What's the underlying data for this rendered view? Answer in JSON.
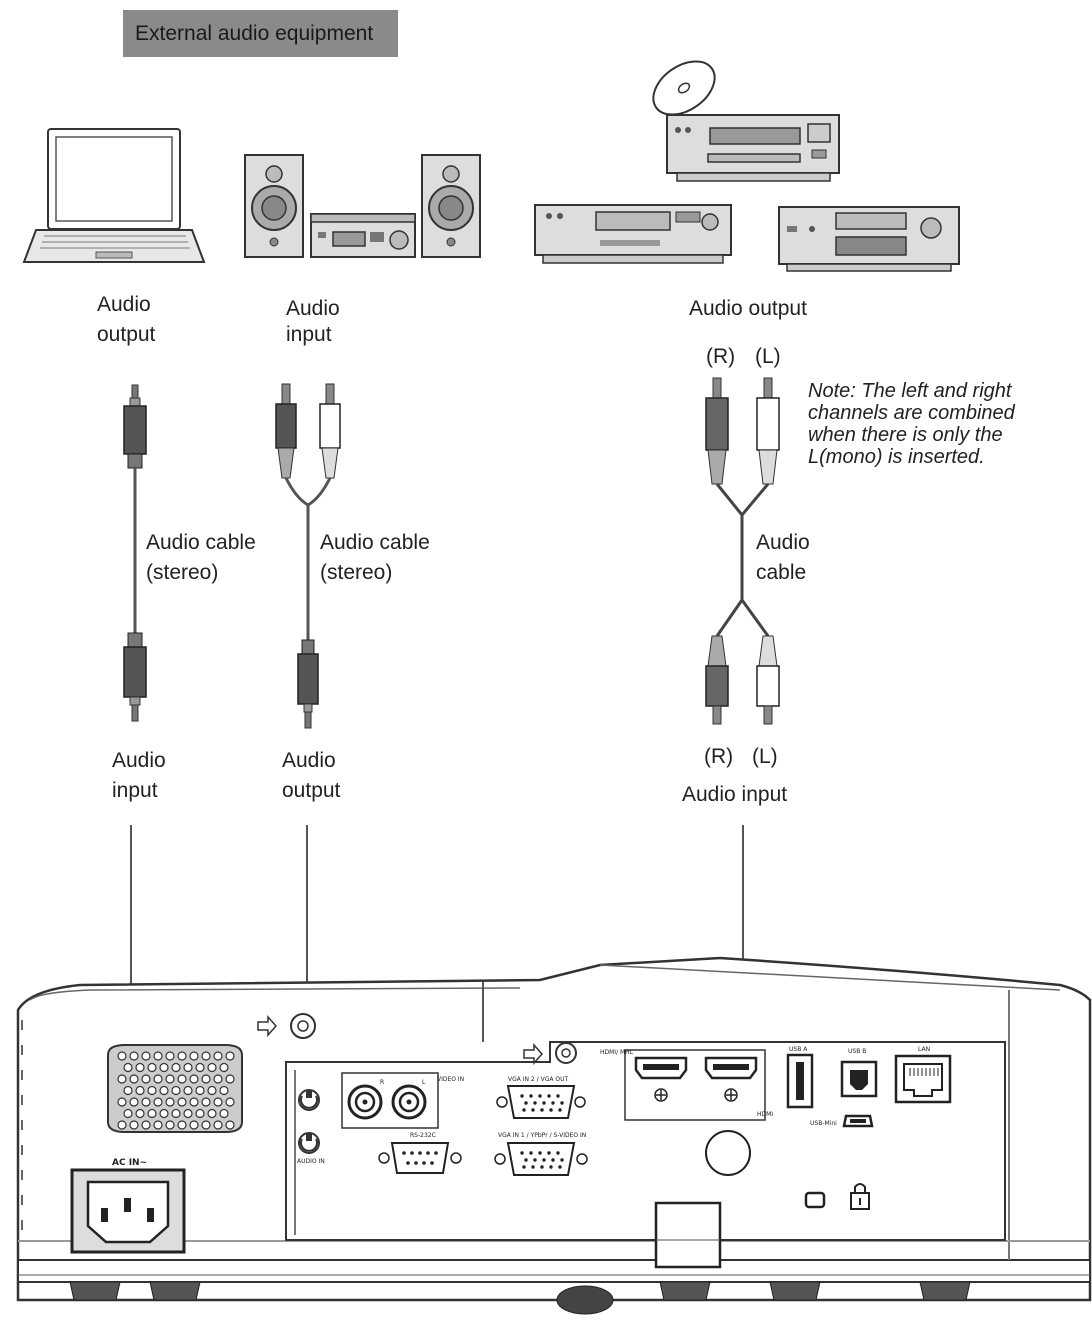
{
  "header": {
    "title": "External audio equipment"
  },
  "devices": {
    "laptop": {
      "port_label_1": "Audio",
      "port_label_2": "output"
    },
    "stereo_system": {
      "port_label_1": "Audio",
      "port_label_2": "input"
    },
    "av_equipment": {
      "port_label": "Audio output"
    }
  },
  "cables": {
    "left": {
      "name_1": "Audio cable",
      "name_2": "(stereo)",
      "end_label_1": "Audio",
      "end_label_2": "input"
    },
    "middle": {
      "name_1": "Audio cable",
      "name_2": "(stereo)",
      "end_label_1": "Audio",
      "end_label_2": "output"
    },
    "right": {
      "top_r": "(R)",
      "top_l": "(L)",
      "name_1": "Audio",
      "name_2": "cable",
      "bottom_r": "(R)",
      "bottom_l": "(L)",
      "end_label": "Audio input"
    }
  },
  "note": {
    "line_1": "Note: The left and right",
    "line_2": "channels  are combined",
    "line_3": "when there is only the",
    "line_4": "L(mono) is inserted."
  },
  "projector": {
    "ac_in": "AC IN~",
    "audio_in": "AUDIO IN",
    "video_in": "VIDEO IN",
    "rs232c": "RS-232C",
    "vga_in2_out": "VGA IN 2 / VGA OUT",
    "vga_in1": "VGA IN 1 / YPbPr / S-VIDEO IN",
    "hdmi_mhl": "HDMI/ MHL",
    "hdmi": "HDMI",
    "usb_a": "USB A",
    "usb_b": "USB B",
    "lan": "LAN",
    "usb_mini": "USB-Mini",
    "rca_r": "R",
    "rca_l": "L"
  }
}
